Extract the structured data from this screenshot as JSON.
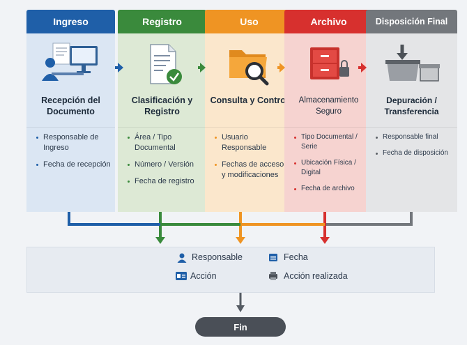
{
  "colors": {
    "ingreso": "#1f5fa8",
    "registro": "#3a8a3c",
    "uso": "#ef9423",
    "archivo": "#d7302e",
    "disposicion": "#73777c"
  },
  "stages": [
    {
      "key": "ingreso",
      "header": "Ingreso",
      "title": "Recepción del Documento",
      "items": [
        "Responsable de Ingreso",
        "Fecha de recepción"
      ],
      "icon": "document-computer-icon"
    },
    {
      "key": "registro",
      "header": "Registro",
      "title": "Clasificación y Registro",
      "items": [
        "Área / Tipo Documental",
        "Número / Versión",
        "Fecha de registro"
      ],
      "icon": "document-check-icon"
    },
    {
      "key": "uso",
      "header": "Uso",
      "title": "Consulta y Control",
      "items": [
        "Usuario Responsable",
        "Fechas de acceso y modificaciones"
      ],
      "icon": "folder-search-icon"
    },
    {
      "key": "archivo",
      "header": "Archivo",
      "title": "Almacenamiento Seguro",
      "items": [
        "Tipo Documental / Serie",
        "Ubicación Física / Digital",
        "Fecha de archivo"
      ],
      "icon": "cabinet-lock-icon"
    },
    {
      "key": "disposicion",
      "header": "Disposición Final",
      "title": "Depuración / Transferencia",
      "items": [
        "Responsable final",
        "Fecha de disposición"
      ],
      "icon": "box-transfer-icon"
    }
  ],
  "legend": {
    "responsable": "Responsable",
    "fecha": "Fecha",
    "accion": "Acción",
    "accion_realizada": "Acción realizada"
  },
  "end_label": "Fin"
}
